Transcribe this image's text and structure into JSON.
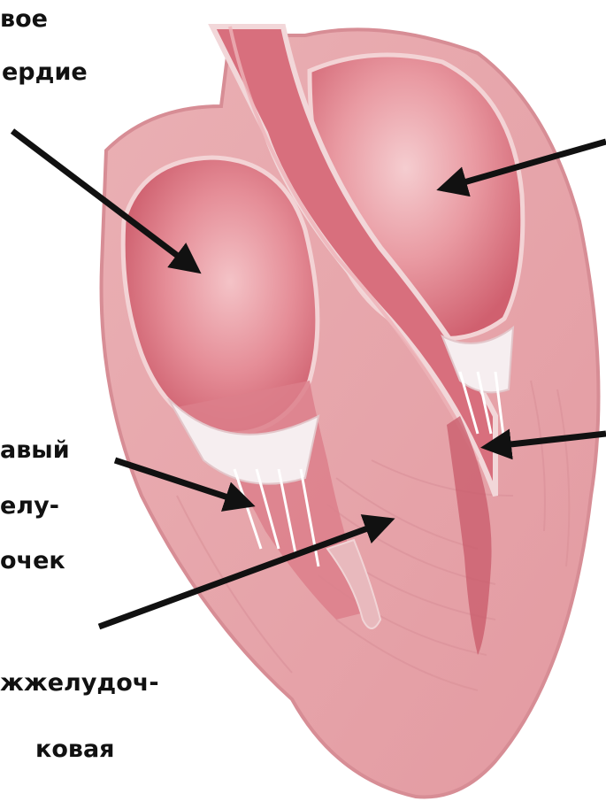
{
  "labels": {
    "left_atrium_l1": "вое",
    "left_atrium_l2": "ердие",
    "ventricle_l1": "авый",
    "ventricle_l2": "елу-",
    "ventricle_l3": "очек",
    "septum_l1": "жжелудоч-",
    "septum_l2": "ковая"
  },
  "colors": {
    "background": "#ffffff",
    "muscle": "#e7a1a6",
    "muscle_light": "#f2c3c5",
    "chamber": "#d9737f",
    "chamber_highlight": "#f1b6bb",
    "vessel": "#d56b78",
    "valve": "#f7f1f2",
    "arrow": "#111111"
  }
}
